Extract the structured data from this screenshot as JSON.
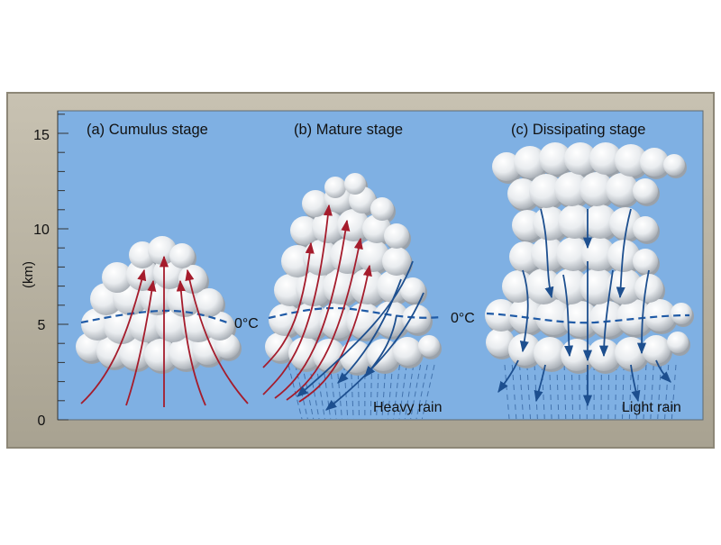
{
  "axis": {
    "unit_label": "(km)",
    "ticks": [
      "0",
      "5",
      "10",
      "15"
    ]
  },
  "panels": [
    {
      "title": "(a) Cumulus stage"
    },
    {
      "title": "(b) Mature stage",
      "rain_label": "Heavy rain"
    },
    {
      "title": "(c) Dissipating stage",
      "rain_label": "Light rain"
    }
  ],
  "freezing_labels": [
    "0°C",
    "0°C"
  ],
  "colors": {
    "frame": "#b7b1a1",
    "sky": "#7fb0e3",
    "updraft": "#a51c2c",
    "downdraft": "#1d4f8f",
    "freezing_line": "#1f5aa6"
  }
}
